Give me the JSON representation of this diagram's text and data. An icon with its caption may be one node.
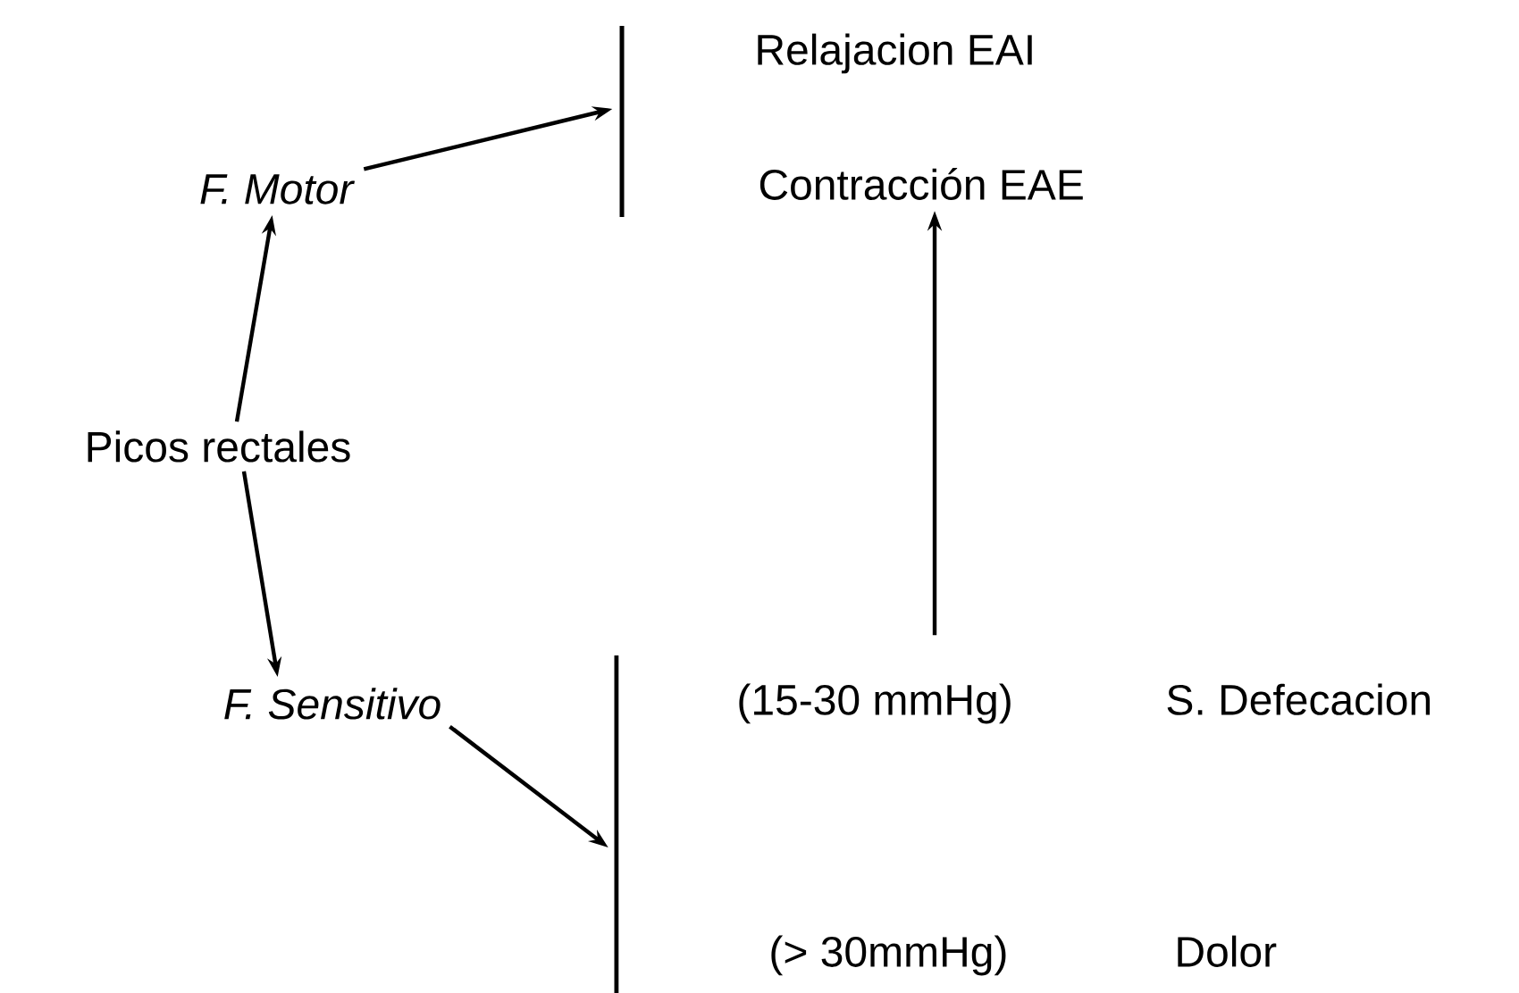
{
  "diagram": {
    "nodes": [
      {
        "text": [
          "Picos rectales"
        ]
      },
      {
        "text": [
          "*F. Motor*"
        ]
      },
      {
        "text": [
          "*F. Sensitivo*"
        ]
      },
      {
        "text": [],
        "shape": "bar"
      },
      {
        "text": [],
        "shape": "bar"
      },
      {
        "text": [
          "Contracción EAE"
        ]
      },
      {
        "text": [
          "(15-30 mmHg)",
          "S. Defecacion"
        ]
      },
      {
        "text": [
          "(> 30mmHg)",
          "Dolor"
        ]
      }
    ],
    "edges": [
      {
        "from": 0,
        "to": 1,
        "arrow": "to"
      },
      {
        "from": 0,
        "to": 2,
        "arrow": "to"
      },
      {
        "from": 1,
        "to": 3,
        "arrow": "to"
      },
      {
        "from": 2,
        "to": 4,
        "arrow": "to"
      },
      {
        "from": 6,
        "to": 5,
        "arrow": "to"
      }
    ],
    "labels": [
      "Relajacion EAI"
    ]
  }
}
